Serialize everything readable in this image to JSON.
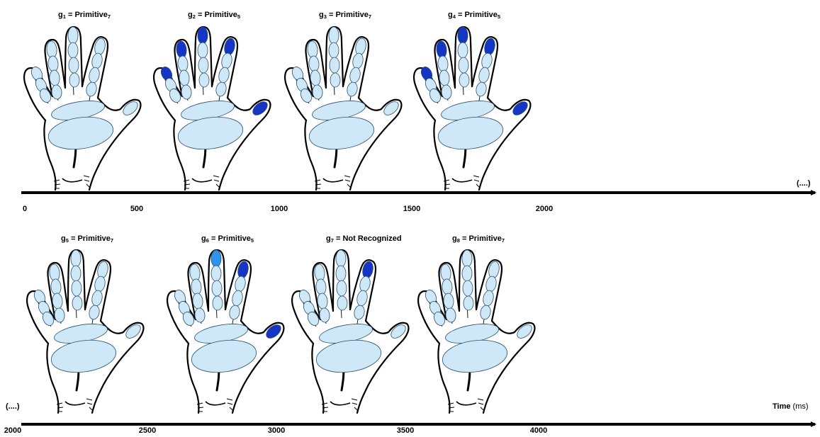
{
  "colors": {
    "inactive": "#cfe8f8",
    "active_dark": "#1536c4",
    "active_light": "#2f95ec",
    "outline": "#2a4f6e",
    "ink": "#000000"
  },
  "timelines": [
    {
      "ticks": [
        "0",
        "500",
        "1000",
        "1500",
        "2000"
      ],
      "dots_right": "(....)",
      "gestures": [
        {
          "g": "g",
          "sub": "1",
          "eq": " = Primitive",
          "psub": "7",
          "active": {}
        },
        {
          "g": "g",
          "sub": "2",
          "eq": " = Primitive",
          "psub": "5",
          "active": {
            "pinky": "active_dark",
            "ring": "active_dark",
            "middle": "active_dark",
            "index": "active_dark",
            "thumb": "active_dark"
          }
        },
        {
          "g": "g",
          "sub": "3",
          "eq": " = Primitive",
          "psub": "7",
          "active": {}
        },
        {
          "g": "g",
          "sub": "4",
          "eq": " = Primitive",
          "psub": "5",
          "active": {
            "pinky": "active_dark",
            "ring": "active_dark",
            "middle": "active_dark",
            "index": "active_dark",
            "thumb": "active_dark"
          }
        }
      ]
    },
    {
      "ticks": [
        "2000",
        "2500",
        "3000",
        "3500",
        "4000"
      ],
      "dots_left": "(....)",
      "axis_name": "Time",
      "axis_unit": " (ms)",
      "gestures": [
        {
          "g": "g",
          "sub": "5",
          "eq": " = Primitive",
          "psub": "7",
          "active": {}
        },
        {
          "g": "g",
          "sub": "6",
          "eq": " = Primitive",
          "psub": "5",
          "active": {
            "middle": "active_light",
            "index": "active_dark",
            "thumb": "active_dark"
          }
        },
        {
          "g": "g",
          "sub": "7",
          "eq": " = Not Recognized",
          "psub": "",
          "active": {
            "index": "active_dark"
          }
        },
        {
          "g": "g",
          "sub": "8",
          "eq": " = Primitive",
          "psub": "7",
          "active": {}
        }
      ]
    }
  ]
}
